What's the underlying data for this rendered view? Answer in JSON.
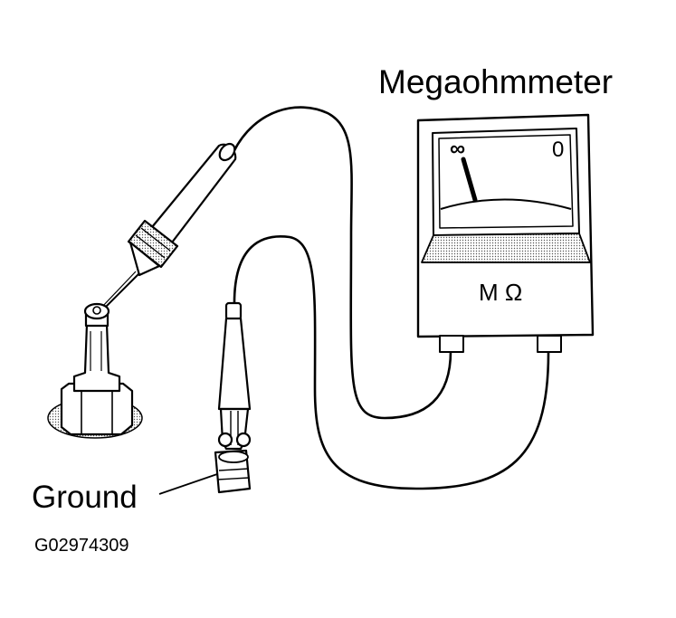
{
  "labels": {
    "meter_title": "Megaohmmeter",
    "ground": "Ground",
    "figure_code": "G02974309"
  },
  "meter": {
    "scale_left": "∞",
    "scale_right": "0",
    "unit": "M Ω"
  },
  "colors": {
    "line": "#000000",
    "fill": "#ffffff",
    "dot_shade": "#555555"
  }
}
